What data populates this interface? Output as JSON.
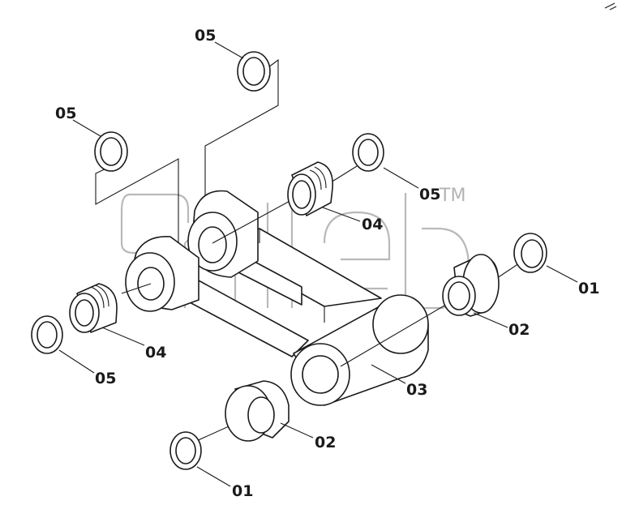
{
  "watermark": {
    "trademark": "TM"
  },
  "callouts": [
    {
      "id": "c-05-top",
      "label": "05"
    },
    {
      "id": "c-05-left",
      "label": "05"
    },
    {
      "id": "c-05-mid",
      "label": "05"
    },
    {
      "id": "c-04-mid",
      "label": "04"
    },
    {
      "id": "c-01-right",
      "label": "01"
    },
    {
      "id": "c-02-right",
      "label": "02"
    },
    {
      "id": "c-04-left",
      "label": "04"
    },
    {
      "id": "c-05-low",
      "label": "05"
    },
    {
      "id": "c-03",
      "label": "03"
    },
    {
      "id": "c-02-low",
      "label": "02"
    },
    {
      "id": "c-01-low",
      "label": "01"
    }
  ],
  "colors": {
    "line": "#1a1a1a",
    "watermark": "#b9b9b9",
    "background": "#ffffff"
  }
}
